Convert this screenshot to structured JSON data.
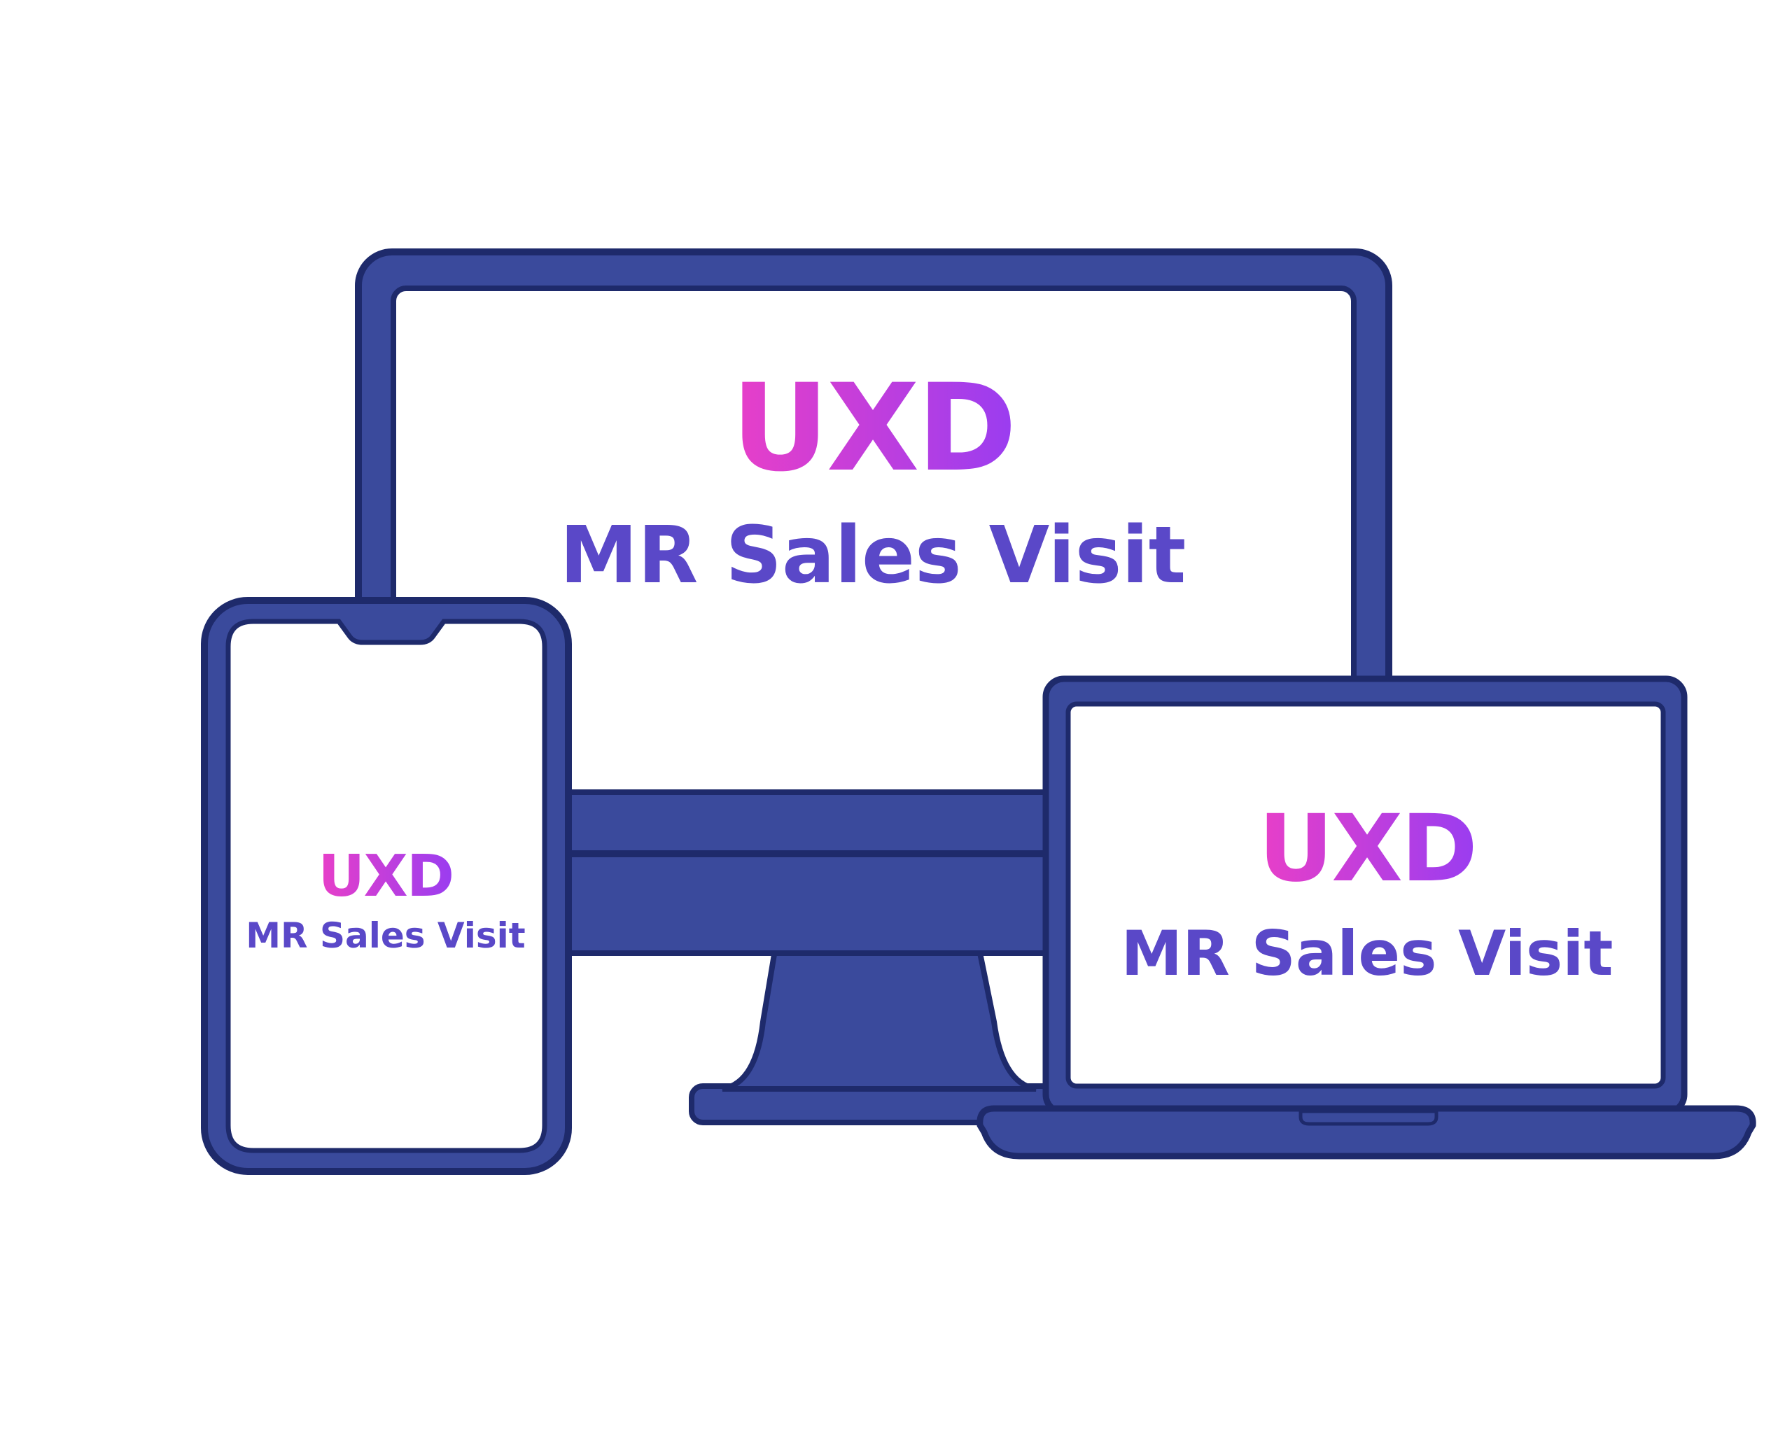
{
  "colors": {
    "device_fill": "#3a4a9c",
    "device_outline": "#1e2a6b",
    "screen": "#ffffff",
    "brand_gradient_start": "#e83fc8",
    "brand_gradient_end": "#9a3df0",
    "app_name": "#5a48c8"
  },
  "monitor": {
    "brand": "UXD",
    "app_name": "MR Sales Visit"
  },
  "laptop": {
    "brand": "UXD",
    "app_name": "MR Sales Visit"
  },
  "phone": {
    "brand": "UXD",
    "app_name": "MR Sales Visit"
  }
}
